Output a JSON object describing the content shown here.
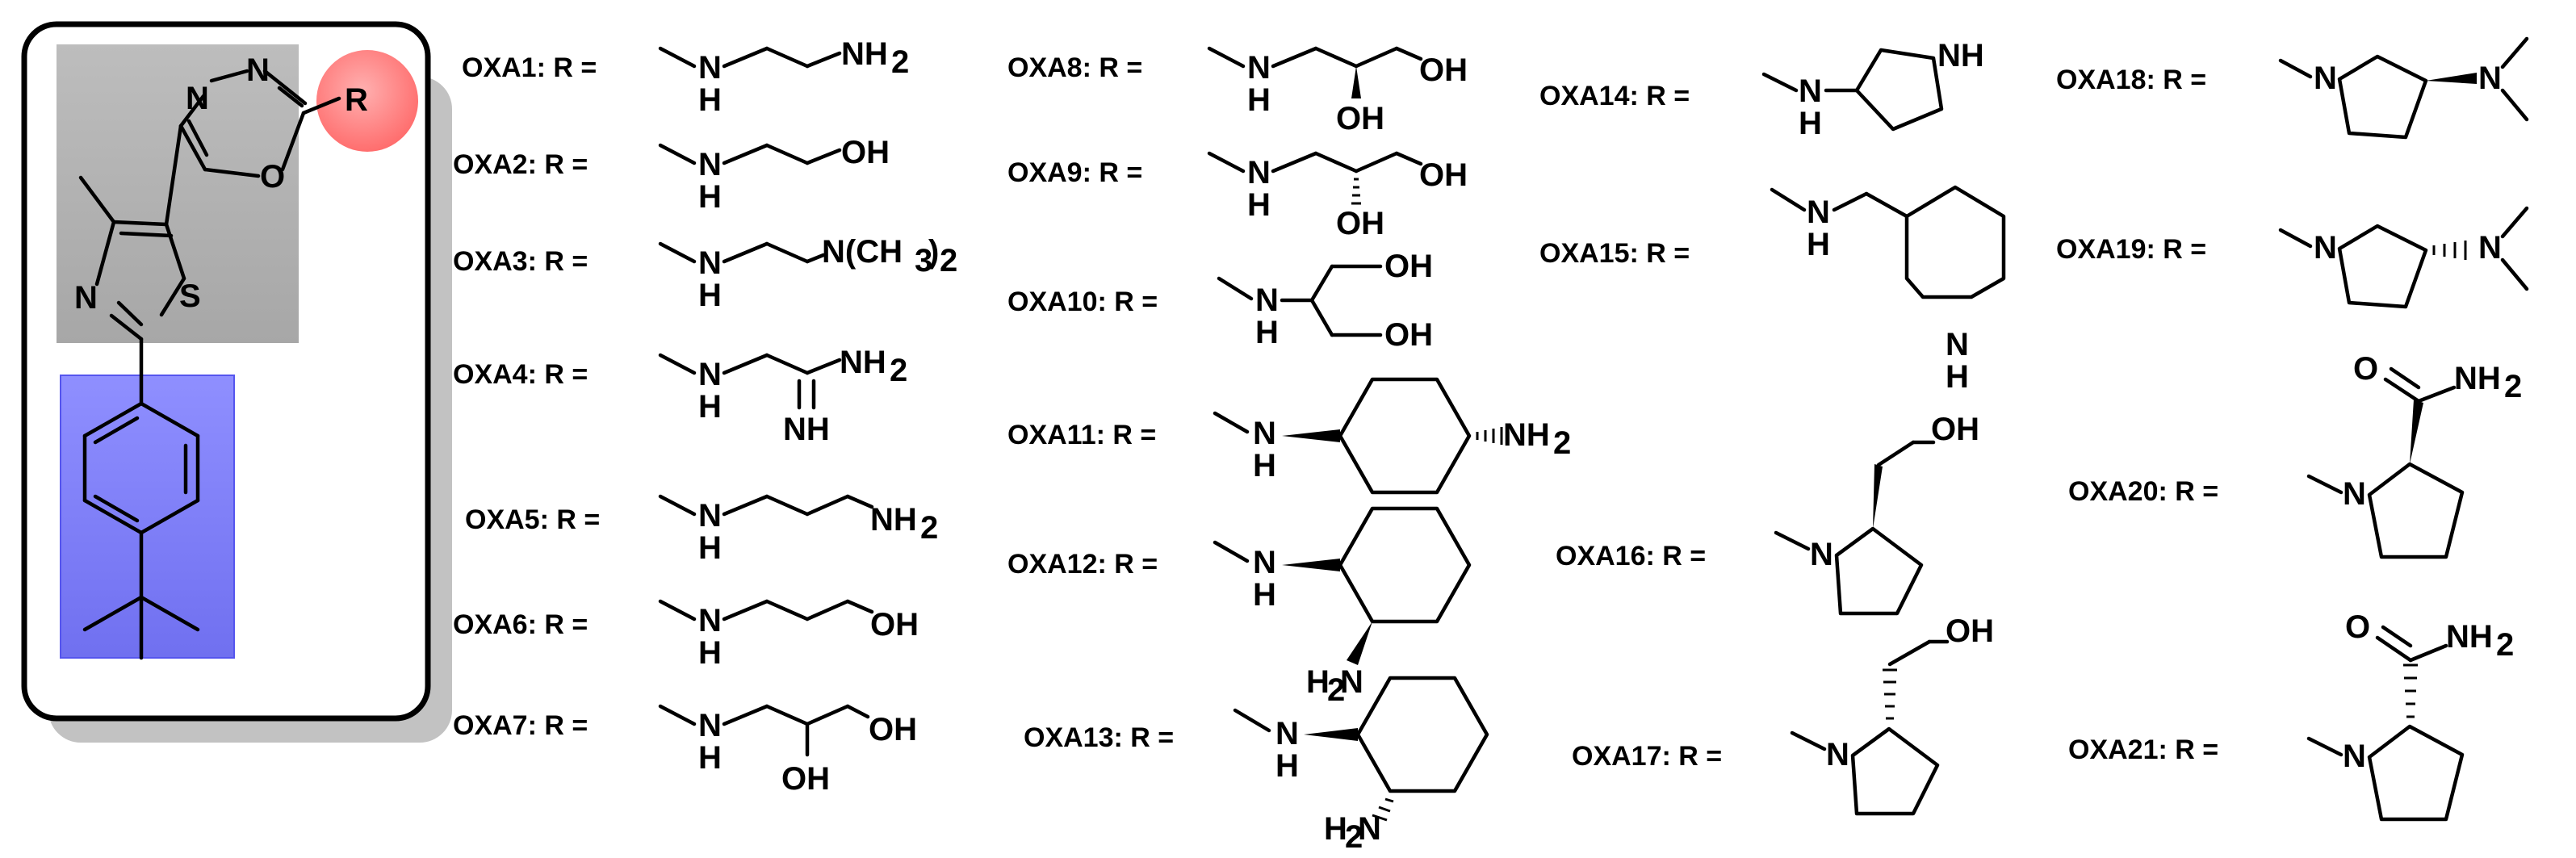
{
  "core": {
    "labels": {
      "r": "R",
      "n1": "N",
      "n2": "N",
      "o": "O",
      "n_thz": "N",
      "s_thz": "S"
    }
  },
  "compounds": [
    {
      "id": "OXA1",
      "label": "OXA1: R ="
    },
    {
      "id": "OXA2",
      "label": "OXA2: R ="
    },
    {
      "id": "OXA3",
      "label": "OXA3: R ="
    },
    {
      "id": "OXA4",
      "label": "OXA4: R ="
    },
    {
      "id": "OXA5",
      "label": "OXA5: R ="
    },
    {
      "id": "OXA6",
      "label": "OXA6: R ="
    },
    {
      "id": "OXA7",
      "label": "OXA7: R ="
    },
    {
      "id": "OXA8",
      "label": "OXA8: R ="
    },
    {
      "id": "OXA9",
      "label": "OXA9: R ="
    },
    {
      "id": "OXA10",
      "label": "OXA10: R ="
    },
    {
      "id": "OXA11",
      "label": "OXA11: R ="
    },
    {
      "id": "OXA12",
      "label": "OXA12: R ="
    },
    {
      "id": "OXA13",
      "label": "OXA13: R ="
    },
    {
      "id": "OXA14",
      "label": "OXA14: R ="
    },
    {
      "id": "OXA15",
      "label": "OXA15: R ="
    },
    {
      "id": "OXA16",
      "label": "OXA16: R ="
    },
    {
      "id": "OXA17",
      "label": "OXA17: R ="
    },
    {
      "id": "OXA18",
      "label": "OXA18: R ="
    },
    {
      "id": "OXA19",
      "label": "OXA19: R ="
    },
    {
      "id": "OXA20",
      "label": "OXA20: R ="
    },
    {
      "id": "OXA21",
      "label": "OXA21: R ="
    }
  ],
  "atoms": {
    "n": "N",
    "h": "H",
    "nh": "NH",
    "nh2": "NH",
    "oh": "OH",
    "o": "O",
    "n_dimethyl": "N(CH",
    "sub3": "3",
    "sub2": "2",
    "close_paren": ")",
    "h2n": "H",
    "h2n_n": "N"
  },
  "colors": {
    "background": "#ffffff",
    "ink": "#000000",
    "gray_box": "#b3b3b3",
    "blue_box": "#8080ff",
    "r_circle": "#ff8080",
    "shadow": "#bfbfbf"
  }
}
